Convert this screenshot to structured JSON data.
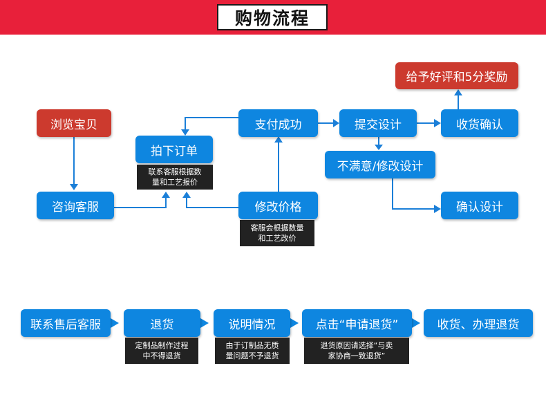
{
  "header": {
    "title": "购物流程",
    "color": "#e8203a"
  },
  "colors": {
    "blue": "#0e86e0",
    "red": "#cc3a2e",
    "note": "#222222"
  },
  "purchase_flow": {
    "browse": "浏览宝贝",
    "consult": "咨询客服",
    "place_order": "拍下订单",
    "place_order_note": "联系客服根据数\n量和工艺报价",
    "pay_success": "支付成功",
    "modify_price": "修改价格",
    "modify_price_note": "客服会根据数量\n和工艺改价",
    "submit_design": "提交设计",
    "unsatisfied": "不满意/修改设计",
    "confirm_design": "确认设计",
    "confirm_receipt": "收货确认",
    "reward": "给予好评和5分奖励"
  },
  "return_flow": {
    "contact_after_sales": "联系售后客服",
    "return_goods": "退货",
    "return_note": "定制品制作过程\n中不得退货",
    "explain": "说明情况",
    "explain_note": "由于订制品无质\n量问题不予退货",
    "click_request": "点击“申请退货”",
    "click_note": "退货原因请选择“与卖\n家协商一致退货”",
    "receive_handle": "收货、办理退货"
  }
}
